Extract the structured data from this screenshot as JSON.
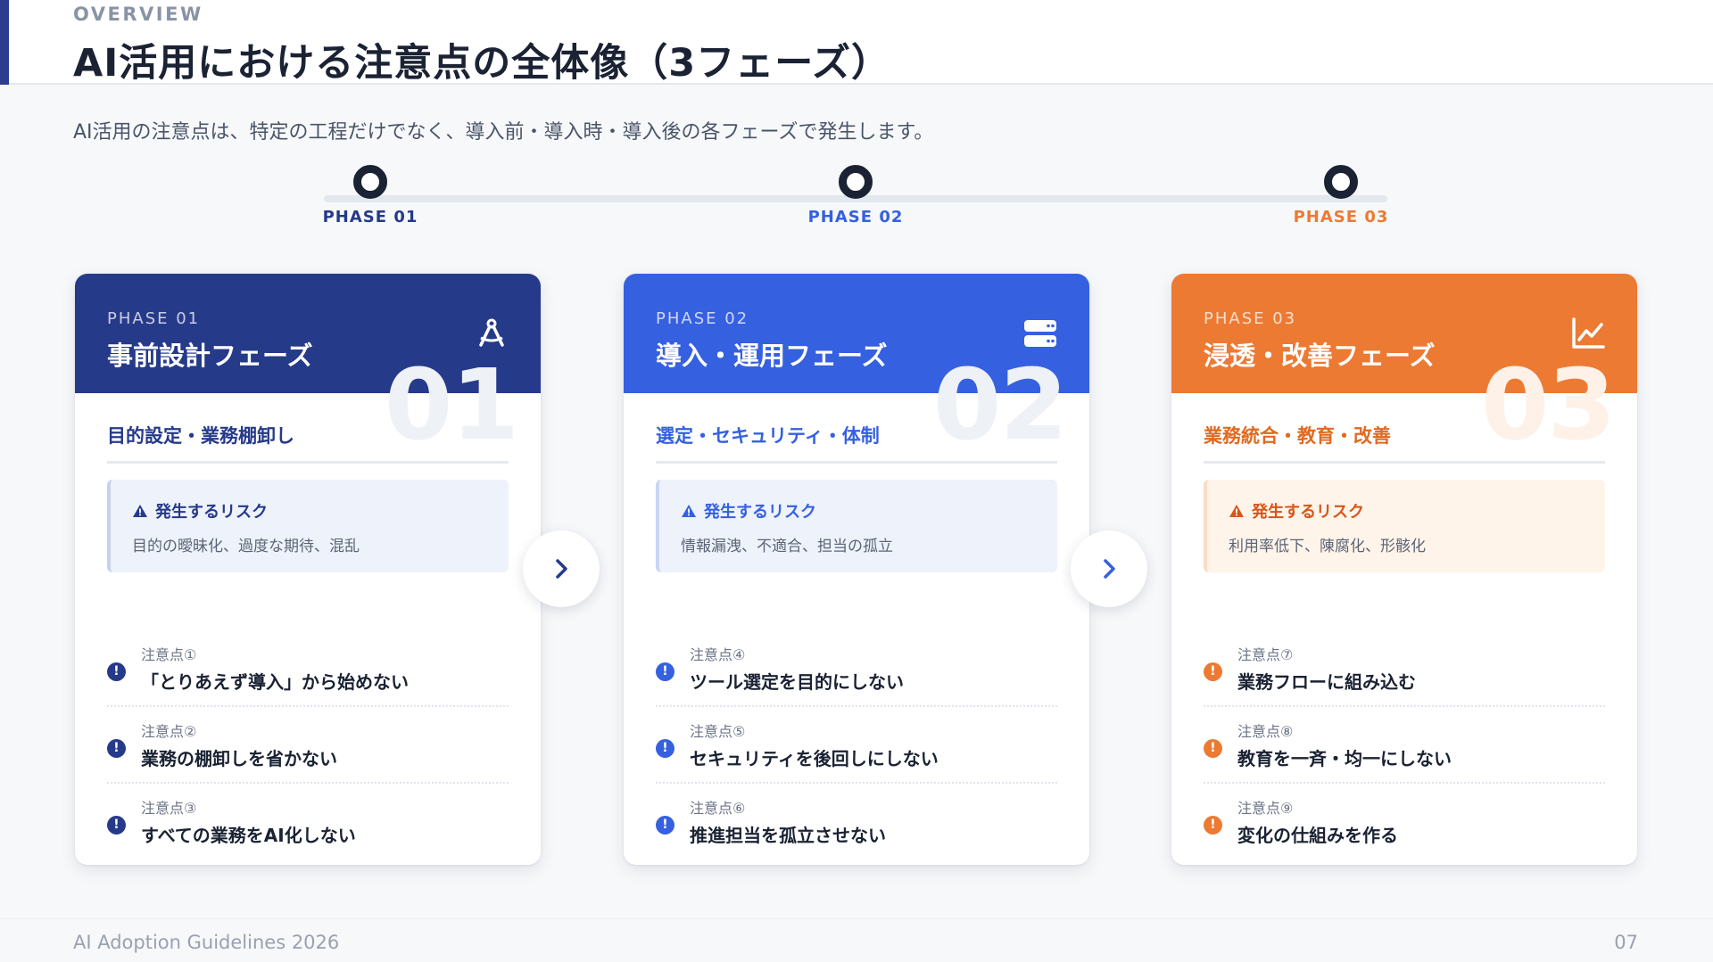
{
  "header": {
    "eyebrow": "OVERVIEW",
    "title": "AI活用における注意点の全体像（3フェーズ）"
  },
  "intro": "AI活用の注意点は、特定の工程だけでなく、導入前・導入時・導入後の各フェーズで発生します。",
  "timeline": [
    {
      "label": "PHASE 01",
      "color": "#263a8a"
    },
    {
      "label": "PHASE 02",
      "color": "#3560e0"
    },
    {
      "label": "PHASE 03",
      "color": "#ec7a33"
    }
  ],
  "cards": [
    {
      "phase": "PHASE 01",
      "title": "事前設計フェーズ",
      "icon": "compass-icon",
      "watermark": "01",
      "subtitle": "目的設定・業務棚卸し",
      "risk_title": "発生するリスク",
      "risk_text": "目的の曖昧化、過度な期待、混乱",
      "items": [
        {
          "num": "注意点①",
          "text": "「とりあえず導入」から始めない"
        },
        {
          "num": "注意点②",
          "text": "業務の棚卸しを省かない"
        },
        {
          "num": "注意点③",
          "text": "すべての業務をAI化しない"
        }
      ]
    },
    {
      "phase": "PHASE 02",
      "title": "導入・運用フェーズ",
      "icon": "server-icon",
      "watermark": "02",
      "subtitle": "選定・セキュリティ・体制",
      "risk_title": "発生するリスク",
      "risk_text": "情報漏洩、不適合、担当の孤立",
      "items": [
        {
          "num": "注意点④",
          "text": "ツール選定を目的にしない"
        },
        {
          "num": "注意点⑤",
          "text": "セキュリティを後回しにしない"
        },
        {
          "num": "注意点⑥",
          "text": "推進担当を孤立させない"
        }
      ]
    },
    {
      "phase": "PHASE 03",
      "title": "浸透・改善フェーズ",
      "icon": "line-chart-icon",
      "watermark": "03",
      "subtitle": "業務統合・教育・改善",
      "risk_title": "発生するリスク",
      "risk_text": "利用率低下、陳腐化、形骸化",
      "items": [
        {
          "num": "注意点⑦",
          "text": "業務フローに組み込む"
        },
        {
          "num": "注意点⑧",
          "text": "教育を一斉・均一にしない"
        },
        {
          "num": "注意点⑨",
          "text": "変化の仕組みを作る"
        }
      ]
    }
  ],
  "footer": {
    "left": "AI Adoption Guidelines 2026",
    "page": "07"
  }
}
